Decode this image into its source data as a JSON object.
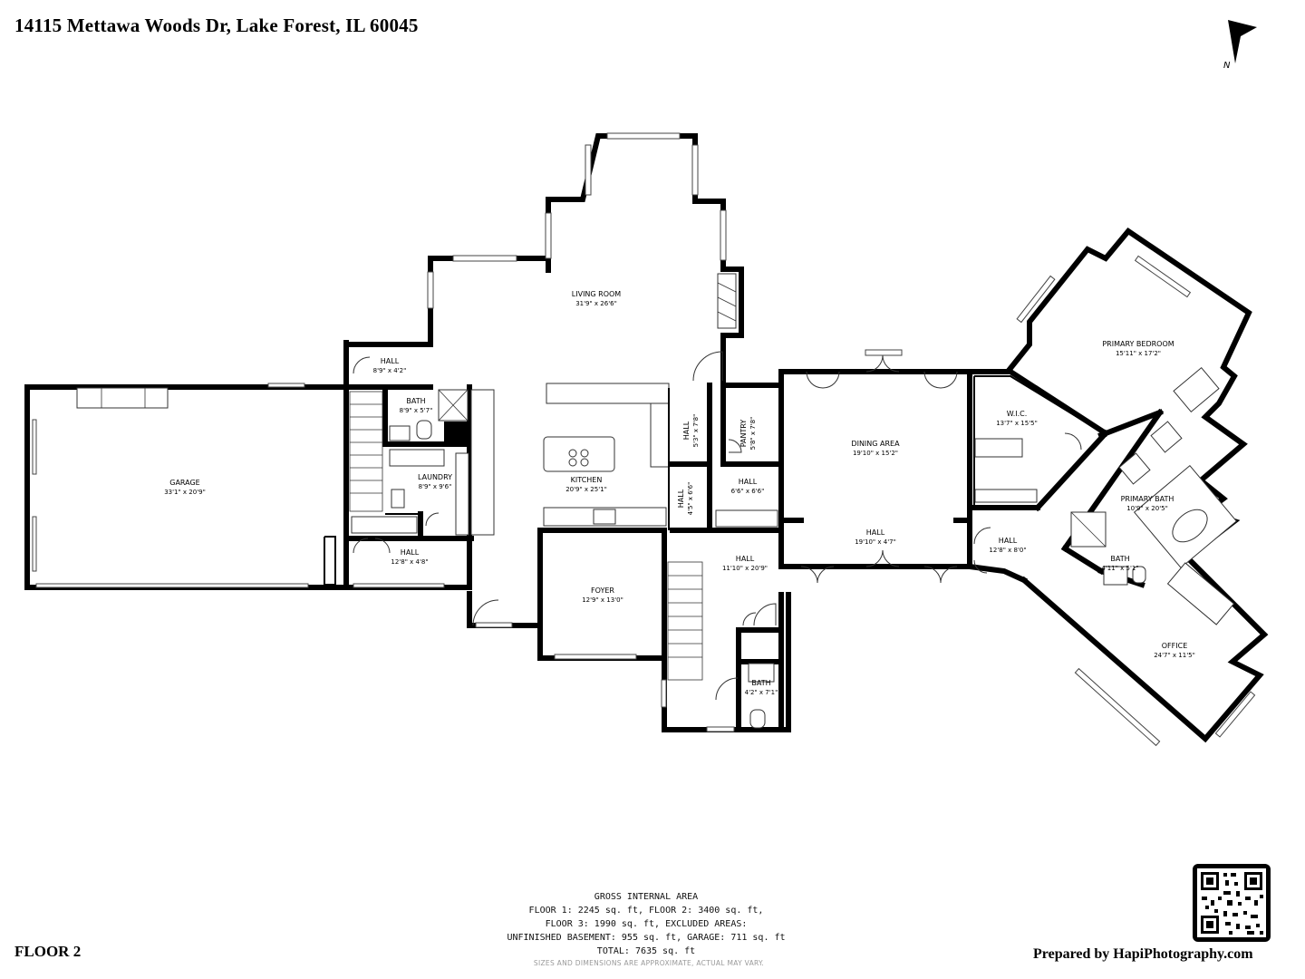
{
  "header": {
    "address": "14115 Mettawa Woods Dr, Lake Forest, IL  60045"
  },
  "compass": {
    "label": "N"
  },
  "rooms": {
    "living_room": {
      "name": "LIVING ROOM",
      "dim": "31'9\" x 26'6\""
    },
    "kitchen": {
      "name": "KITCHEN",
      "dim": "20'9\" x 25'1\""
    },
    "garage": {
      "name": "GARAGE",
      "dim": "33'1\" x 20'9\""
    },
    "hall_top": {
      "name": "HALL",
      "dim": "8'9\" x 4'2\""
    },
    "bath_left": {
      "name": "BATH",
      "dim": "8'9\" x 5'7\""
    },
    "laundry": {
      "name": "LAUNDRY",
      "dim": "8'9\" x 9'6\""
    },
    "hall_lower_left": {
      "name": "HALL",
      "dim": "12'8\" x 4'8\""
    },
    "foyer": {
      "name": "FOYER",
      "dim": "12'9\" x 13'0\""
    },
    "hall_center": {
      "name": "HALL",
      "dim": "11'10\" x 20'9\""
    },
    "bath_center": {
      "name": "BATH",
      "dim": "4'2\" x 7'1\""
    },
    "hall_vert_upper": {
      "name": "HALL",
      "dim": "5'3\" x 7'8\""
    },
    "hall_vert_lower": {
      "name": "HALL",
      "dim": "4'5\" x 6'6\""
    },
    "pantry": {
      "name": "PANTRY",
      "dim": "5'8\" x 7'8\""
    },
    "hall_small": {
      "name": "HALL",
      "dim": "6'6\" x 6'6\""
    },
    "dining_area": {
      "name": "DINING AREA",
      "dim": "19'10\" x 15'2\""
    },
    "hall_dining": {
      "name": "HALL",
      "dim": "19'10\" x 4'7\""
    },
    "wic": {
      "name": "W.I.C.",
      "dim": "13'7\" x 15'5\""
    },
    "primary_bedroom": {
      "name": "PRIMARY BEDROOM",
      "dim": "15'11\" x 17'2\""
    },
    "primary_bath": {
      "name": "PRIMARY BATH",
      "dim": "10'9\" x 20'5\""
    },
    "bath_right": {
      "name": "BATH",
      "dim": "4'11\" x 5'1\""
    },
    "hall_right": {
      "name": "HALL",
      "dim": "12'8\" x 8'0\""
    },
    "office": {
      "name": "OFFICE",
      "dim": "24'7\" x 11'5\""
    }
  },
  "gross_internal_area": {
    "lines": [
      "GROSS INTERNAL AREA",
      "FLOOR 1: 2245 sq. ft, FLOOR 2: 3400 sq. ft,",
      "FLOOR 3: 1990 sq. ft, EXCLUDED AREAS:",
      "UNFINISHED BASEMENT: 955 sq. ft, GARAGE: 711 sq. ft",
      "TOTAL: 7635 sq. ft"
    ],
    "disclaimer": "SIZES AND DIMENSIONS ARE APPROXIMATE, ACTUAL MAY VARY."
  },
  "footer": {
    "floor_label": "FLOOR 2",
    "prepared_by": "Prepared by HapiPhotography.com"
  }
}
